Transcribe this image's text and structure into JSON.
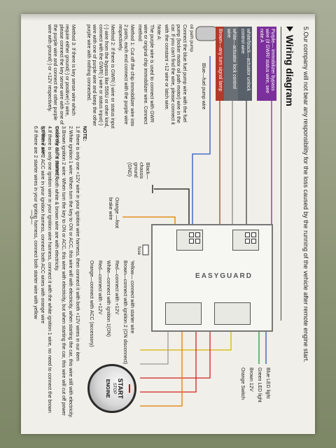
{
  "intro": "5.Our company will not bear any responsibility for the loss caused by the running of the vehicle after remote engine start.",
  "section_title": "Wiring diagram",
  "left_labels": {
    "purple": "Purple— immobilizer bypass wire (if GWR/ status wire, see note A",
    "white_black": "white/black—actuator unlock control wire",
    "white": "white—actuator lock control wire",
    "brown": "Brown—any turn signal lamp",
    "blue": "Blue—fuel pump wire",
    "oil_path": "oil path pump",
    "black": "Black— chassis ground (GND)",
    "orange": "Orange —foot brake wire"
  },
  "left_text": {
    "blue_desc": "Connect the blue fuel pump wire with the fuel pump (locker motor oil path motor) wire in the car. If you can't find the wire, please connect it with the constant +12 wire or latch wire.",
    "note_a_title": "Note A:",
    "note_a_1": "The purple wire is used to connect with GWR wire or original chip immobilizer wire. Connect method:",
    "method_1": "Method 1: Cut off the chip immobilizer wire into 2 parts, each end connect with the purple wire respectively.",
    "method_2": "Method 2: If there is GWR(-) wire or status input (-) wire from the bypass like 556U or other kind, connect with the GWR(-) wire or status input(-) wire with one of purple wire and keep the other purple wire with nothing connected.",
    "method_3": "Method 3: If there is key sense wire which require either ground(-) or positive(+) wire, please connect the key sense wire with one of the purple wire and connect the other purple wire with ground(-) or +12V respectively."
  },
  "right_labels": {
    "blue_led": "Blue LED light",
    "green_led": "Green LED light",
    "brown_12v": "Brown 12V",
    "orange_switch": "Orange Switch",
    "yellow": "Yellow— connect with starter wire",
    "brown_ign2": "Brown—connect with ignition 2 (ON disconnect)",
    "red": "Red—connect with +12V",
    "white_ign1": "White—connect with ignition 1(ON)",
    "red2": "Red—connect with +12V",
    "orange_acc": "Orange—connect with ACC (accessory)",
    "fuse": "fuse",
    "module_brand": "EASYGUARD"
  },
  "notes": {
    "title": "NOTE:",
    "n1": "1.If there is only one +12V wire in your ignition wire harness, then connect it with both +12V wires in our item",
    "n2": "2.White ignition 1 wire: When turn the key to ON or ACC, this wire will with electricity, when starting the car, this wire still with electricity.",
    "n3": "3.Brown ignition 2 wire: When turn the key to ON or ACC, this wire with electricity, but when starting the car, this wire will cut off power suddenly at the moment.",
    "n3b": "Once the car is started, both white & brown wire are with electricity.",
    "n4": "4.If there is only one ignition wire in your ignition wire harness, connect it with the white ignition 1 wire, no need to connect the brown ignition 2 wire",
    "n5": "5.If there are 2 ACC wire in your ignition harness, connect both ACC wires with orange wire",
    "n6": "6.If there are 2 starter wires in your ignition harness, connect both starter wire with yellow"
  },
  "button": {
    "start": "START",
    "stop": "STOP",
    "engine": "ENGINE"
  },
  "page_number": "—3—"
}
